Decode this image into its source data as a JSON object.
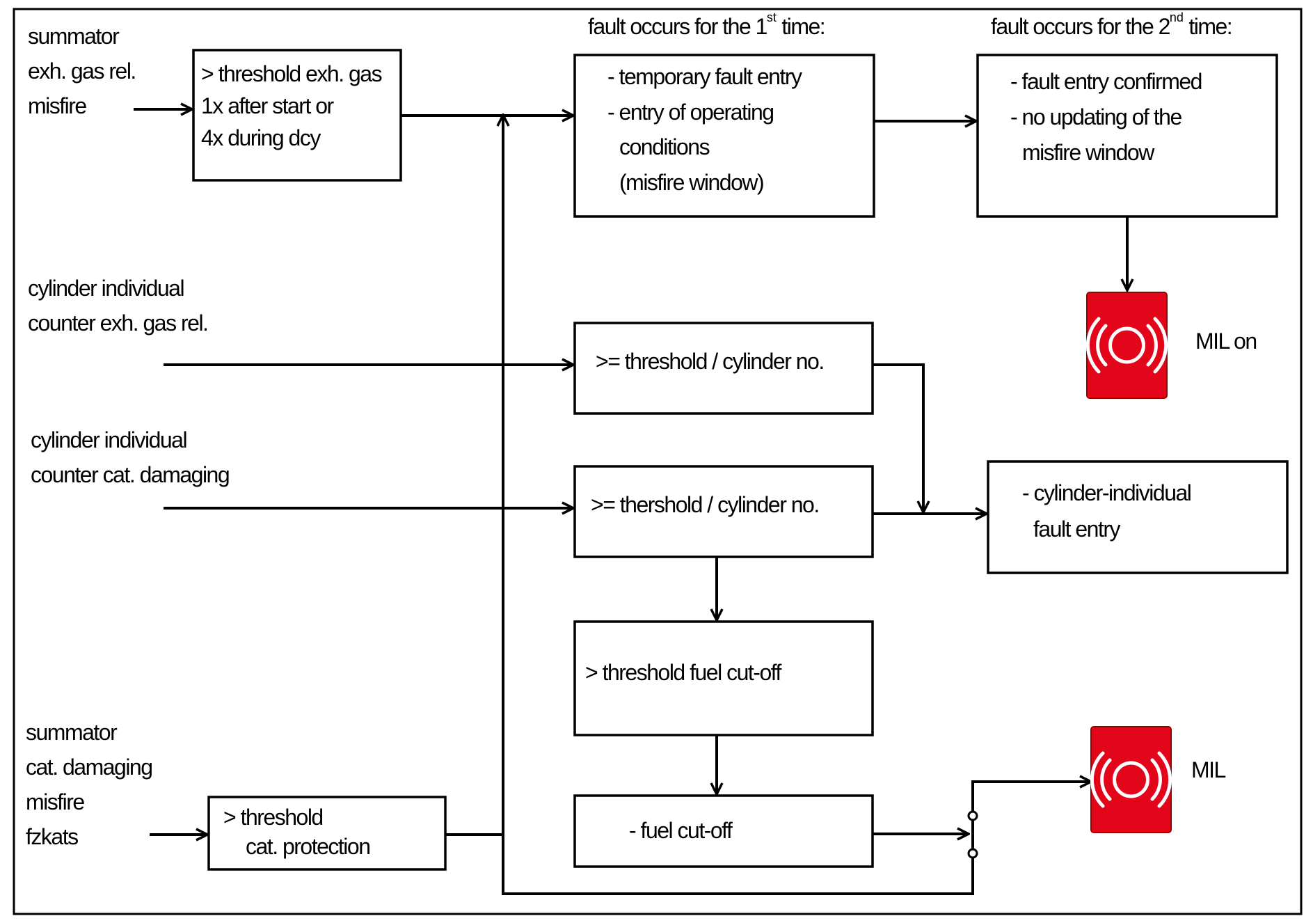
{
  "diagram": {
    "headers": {
      "first_pre": "fault occurs for the 1",
      "first_sup": "st",
      "first_post": " time:",
      "second_pre": "fault occurs for the 2",
      "second_sup": "nd",
      "second_post": " time:"
    },
    "inputs": {
      "summator_exh": [
        "summator",
        "exh. gas rel.",
        "misfire"
      ],
      "cyl_exh": [
        "cylinder individual",
        "counter exh. gas rel."
      ],
      "cyl_cat": [
        "cylinder individual",
        "counter cat. damaging"
      ],
      "summator_cat": [
        "summator",
        "cat. damaging",
        "misfire",
        "fzkats"
      ]
    },
    "boxes": {
      "threshold_exh": [
        "> threshold exh. gas",
        "1x after start or",
        "4x during dcy"
      ],
      "first_time": [
        "- temporary fault entry",
        "- entry of operating",
        "conditions",
        "(misfire window)"
      ],
      "second_time": [
        "- fault entry confirmed",
        "- no updating of the",
        "misfire window"
      ],
      "cyl_threshold_exh": [
        ">= threshold / cylinder no."
      ],
      "cyl_threshold_cat": [
        ">= thershold / cylinder no."
      ],
      "cyl_fault": [
        "- cylinder-individual",
        "fault entry"
      ],
      "fuel_threshold": [
        "> threshold fuel cut-off"
      ],
      "fuel_cutoff": [
        "- fuel cut-off"
      ],
      "cat_protection": [
        "> threshold",
        "cat. protection"
      ]
    },
    "lamps": {
      "mil_on_label": "MIL on",
      "mil_label": "MIL",
      "lamp_icon": "mil-warning-lamp-icon"
    },
    "colors": {
      "line": "#000000",
      "lamp_red": "#e3061b",
      "lamp_symbol": "#ffffff"
    }
  }
}
